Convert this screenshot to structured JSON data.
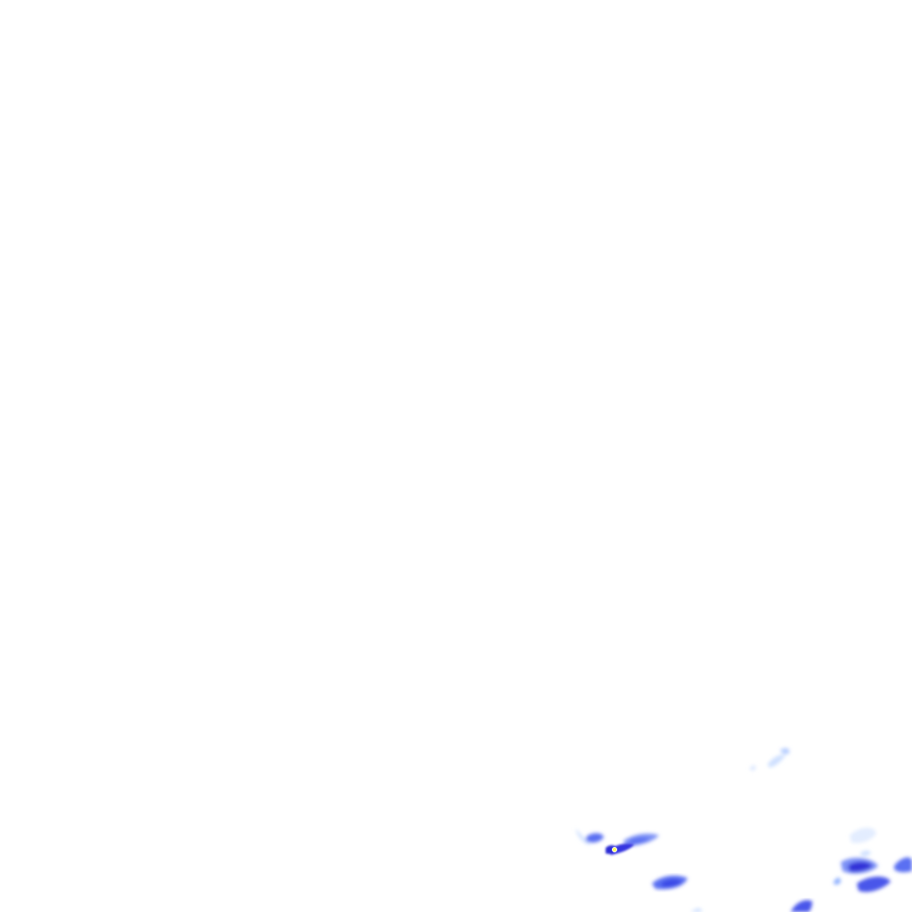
{
  "map": {
    "type": "precipitation-radar-overlay",
    "background": "#ffffff",
    "palette": {
      "very_light": "#cfe0ff",
      "light": "#8fb0ff",
      "moderate": "#5a6ff2",
      "heavy": "#3535e0",
      "core": "#2222cc",
      "hail_marker": "#ffff66"
    },
    "echo_cells": [
      {
        "name": "cell-northeast-small",
        "intensity": "very_light"
      },
      {
        "name": "cell-west-pair",
        "intensity": "moderate"
      },
      {
        "name": "cell-center-band",
        "intensity": "heavy"
      },
      {
        "name": "cell-south",
        "intensity": "heavy"
      },
      {
        "name": "cell-east-cluster",
        "intensity": "core"
      },
      {
        "name": "cell-bottom-edge",
        "intensity": "heavy"
      }
    ],
    "markers": [
      {
        "name": "storm-core-marker",
        "color": "#ffff66"
      }
    ]
  }
}
